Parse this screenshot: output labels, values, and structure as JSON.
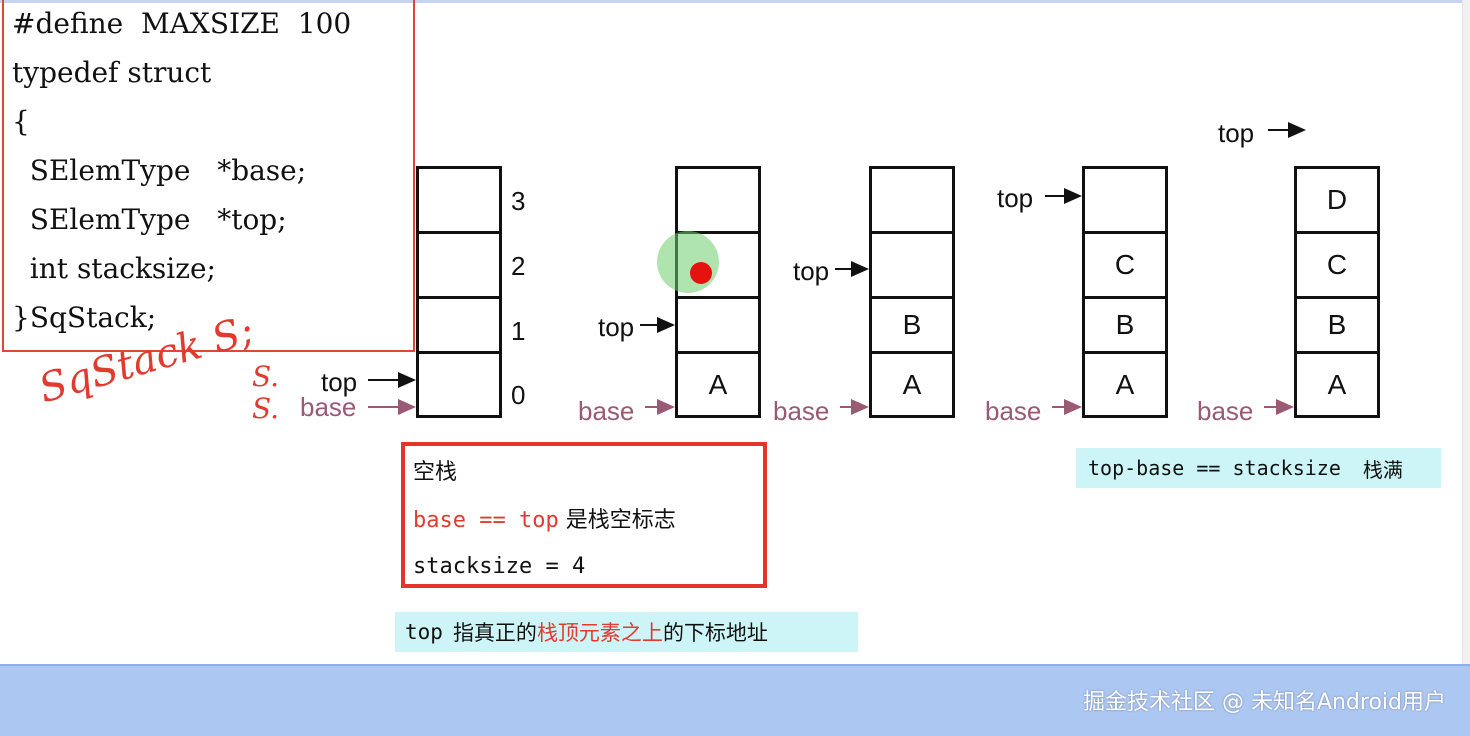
{
  "code": {
    "lines": [
      "#define  MAXSIZE  100",
      "typedef struct",
      "{",
      "  SElemType   *base;",
      "  SElemType   *top;",
      "  int stacksize;",
      "}SqStack;"
    ]
  },
  "handwriting": {
    "decl": "SqStack S;",
    "s_top": "S.",
    "s_base": "S."
  },
  "labels": {
    "top": "top",
    "base": "base"
  },
  "indices": [
    "3",
    "2",
    "1",
    "0"
  ],
  "stacks": [
    {
      "cells": [
        "",
        "",
        "",
        ""
      ]
    },
    {
      "cells": [
        "",
        "",
        "",
        "A"
      ]
    },
    {
      "cells": [
        "",
        "",
        "B",
        "A"
      ]
    },
    {
      "cells": [
        "",
        "C",
        "B",
        "A"
      ]
    },
    {
      "cells": [
        "D",
        "C",
        "B",
        "A"
      ]
    }
  ],
  "empty_box": {
    "title": "空栈",
    "cond_code": "base == top",
    "cond_text": "是栈空标志",
    "size": "stacksize = 4"
  },
  "note_top": {
    "code": "top",
    "text_a": "指真正的",
    "text_red": "栈顶元素之上",
    "text_b": "的下标地址"
  },
  "note_full": {
    "code": "top-base == stacksize",
    "text": "栈满"
  },
  "watermark": "掘金技术社区 @ 未知名Android用户",
  "colors": {
    "red_border": "#e5352b",
    "base_label": "#9a5a73",
    "note_bg": "#cdf5f7",
    "bottom_bar": "#adc7f3"
  }
}
